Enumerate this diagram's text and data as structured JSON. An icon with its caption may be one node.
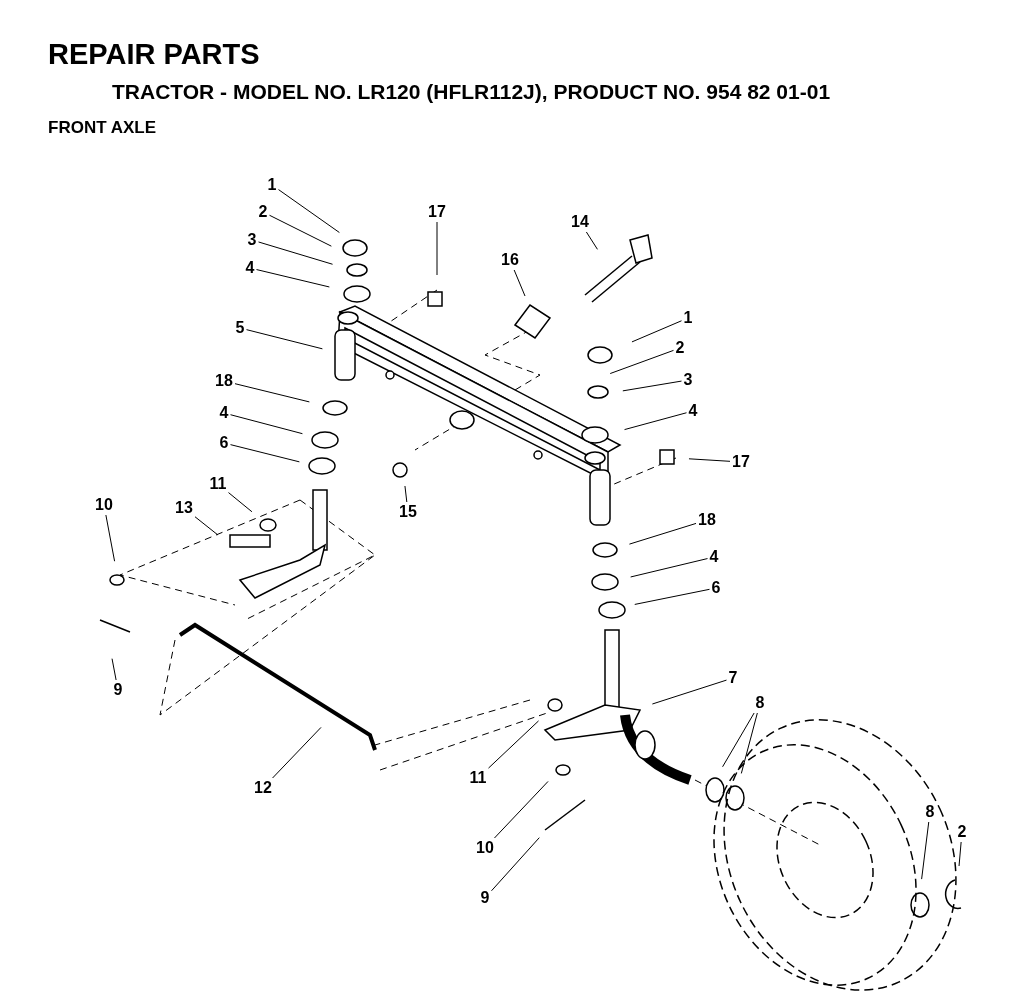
{
  "diagram": {
    "title": "REPAIR PARTS",
    "nodes": [
      {
        "text": [
          "1"
        ]
      },
      {
        "text": [
          "2"
        ]
      },
      {
        "text": [
          "3"
        ]
      },
      {
        "text": [
          "4"
        ]
      },
      {
        "text": [
          "17"
        ]
      },
      {
        "text": [
          "14"
        ]
      },
      {
        "text": [
          "16"
        ]
      },
      {
        "text": [
          "5"
        ]
      },
      {
        "text": [
          "1"
        ]
      },
      {
        "text": [
          "2"
        ]
      },
      {
        "text": [
          "3"
        ]
      },
      {
        "text": [
          "4"
        ]
      },
      {
        "text": [
          "18"
        ]
      },
      {
        "text": [
          "4"
        ]
      },
      {
        "text": [
          "6"
        ]
      },
      {
        "text": [
          "17"
        ]
      },
      {
        "text": [
          "15"
        ]
      },
      {
        "text": [
          "11"
        ]
      },
      {
        "text": [
          "13"
        ]
      },
      {
        "text": [
          "10"
        ]
      },
      {
        "text": [
          "18"
        ]
      },
      {
        "text": [
          "4"
        ]
      },
      {
        "text": [
          "6"
        ]
      },
      {
        "text": [
          "9"
        ]
      },
      {
        "text": [
          "7"
        ]
      },
      {
        "text": [
          "8"
        ]
      },
      {
        "text": [
          "12"
        ]
      },
      {
        "text": [
          "11"
        ]
      },
      {
        "text": [
          "10"
        ]
      },
      {
        "text": [
          "9"
        ]
      },
      {
        "text": [
          "8"
        ]
      },
      {
        "text": [
          "2"
        ]
      }
    ],
    "edges": [
      {
        "from": 0,
        "to": null,
        "arrow": "none"
      },
      {
        "from": 1,
        "to": null,
        "arrow": "none"
      },
      {
        "from": 2,
        "to": null,
        "arrow": "none"
      },
      {
        "from": 3,
        "to": null,
        "arrow": "none"
      },
      {
        "from": 4,
        "to": null,
        "arrow": "none"
      },
      {
        "from": 5,
        "to": null,
        "arrow": "none"
      },
      {
        "from": 6,
        "to": null,
        "arrow": "none"
      },
      {
        "from": 7,
        "to": null,
        "arrow": "none"
      },
      {
        "from": 8,
        "to": null,
        "arrow": "none"
      },
      {
        "from": 9,
        "to": null,
        "arrow": "none"
      },
      {
        "from": 10,
        "to": null,
        "arrow": "none"
      },
      {
        "from": 11,
        "to": null,
        "arrow": "none"
      },
      {
        "from": 12,
        "to": null,
        "arrow": "none"
      },
      {
        "from": 13,
        "to": null,
        "arrow": "none"
      },
      {
        "from": 14,
        "to": null,
        "arrow": "none"
      },
      {
        "from": 15,
        "to": null,
        "arrow": "none"
      },
      {
        "from": 16,
        "to": null,
        "arrow": "none"
      },
      {
        "from": 17,
        "to": null,
        "arrow": "none"
      },
      {
        "from": 18,
        "to": null,
        "arrow": "none"
      },
      {
        "from": 19,
        "to": null,
        "arrow": "none"
      },
      {
        "from": 20,
        "to": null,
        "arrow": "none"
      },
      {
        "from": 21,
        "to": null,
        "arrow": "none"
      },
      {
        "from": 22,
        "to": null,
        "arrow": "none"
      },
      {
        "from": 23,
        "to": null,
        "arrow": "none"
      },
      {
        "from": 24,
        "to": null,
        "arrow": "none"
      },
      {
        "from": 25,
        "to": null,
        "arrow": "none"
      },
      {
        "from": 25,
        "to": null,
        "arrow": "none"
      },
      {
        "from": 26,
        "to": null,
        "arrow": "none"
      },
      {
        "from": 27,
        "to": null,
        "arrow": "none"
      },
      {
        "from": 28,
        "to": null,
        "arrow": "none"
      },
      {
        "from": 29,
        "to": null,
        "arrow": "none"
      },
      {
        "from": 30,
        "to": null,
        "arrow": "none"
      },
      {
        "from": 31,
        "to": null,
        "arrow": "none"
      }
    ],
    "labels": [
      "TRACTOR - MODEL NO. LR120 (HFLR112J), PRODUCT NO. 954 82 01-01",
      "FRONT AXLE"
    ]
  }
}
